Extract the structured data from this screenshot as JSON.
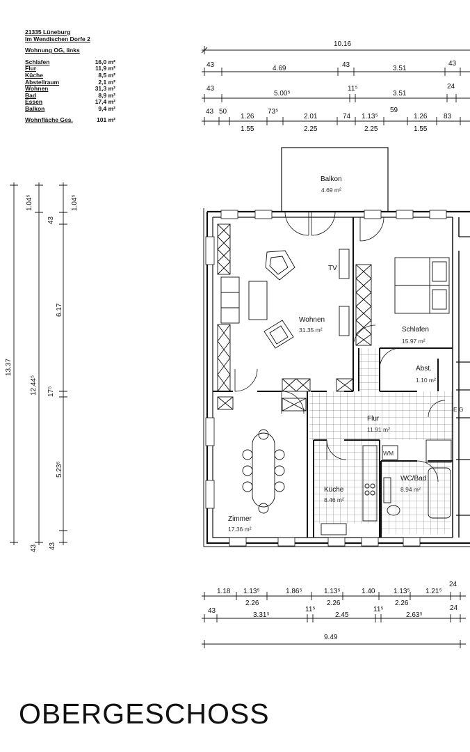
{
  "address": {
    "postcode_city": "21335 Lüneburg",
    "street": "Im Wendischen Dorfe 2"
  },
  "unit_title": "Wohnung OG, links",
  "areas": [
    {
      "label": "Schlafen",
      "value": "16,0 m²"
    },
    {
      "label": "Flur",
      "value": "11,9 m²"
    },
    {
      "label": "Küche",
      "value": "8,5 m²"
    },
    {
      "label": "Abstellraum",
      "value": "2,1 m²"
    },
    {
      "label": "Wohnen",
      "value": "31,3 m²"
    },
    {
      "label": "Bad",
      "value": "8,9 m²"
    },
    {
      "label": "Essen",
      "value": "17,4 m²"
    },
    {
      "label": "Balkon",
      "value": "9,4 m²"
    }
  ],
  "total": {
    "label": "Wohnfläche Ges.",
    "value": "101 m²"
  },
  "rooms": {
    "balkon": {
      "name": "Balkon",
      "area": "4.69 m²"
    },
    "wohnen": {
      "name": "Wohnen",
      "area": "31.35 m²"
    },
    "schlafen": {
      "name": "Schlafen",
      "area": "15.97 m²"
    },
    "abst": {
      "name": "Abst.",
      "area": "1.10 m²"
    },
    "flur": {
      "name": "Flur",
      "area": "11.91 m²"
    },
    "kueche": {
      "name": "Küche",
      "area": "8.46 m²"
    },
    "wcbad": {
      "name": "WC/Bad",
      "area": "8.94 m²"
    },
    "zimmer": {
      "name": "Zimmer",
      "area": "17.36 m²"
    }
  },
  "labels": {
    "tv": "TV",
    "wm": "WM",
    "eg": "E G"
  },
  "dims_top": {
    "r1": [
      "10.16"
    ],
    "r2": [
      "43",
      "4.69",
      "43",
      "3.51",
      "43"
    ],
    "r3": [
      "43",
      "5.00⁵",
      "11⁵",
      "3.51",
      "24"
    ],
    "r4a": [
      "43",
      "50",
      "1.26",
      "73⁵",
      "2.01",
      "74",
      "1.13⁵",
      "59",
      "1.26",
      "83"
    ],
    "r4b": [
      "1.55",
      "2.25",
      "2.25",
      "1.55"
    ]
  },
  "dims_left": [
    "13.37",
    "1.04⁵",
    "12.44⁵",
    "43",
    "1.04⁵",
    "6.17",
    "17⁵",
    "5.23⁵",
    "43",
    "43"
  ],
  "dims_bottom": {
    "r1a": [
      "1.18",
      "1.13⁵",
      "1.86⁵",
      "1.13⁵",
      "1.40",
      "1.13⁵",
      "1.21⁵",
      "24"
    ],
    "r1b": [
      "2.26",
      "2.26",
      "2.26"
    ],
    "r2": [
      "43",
      "3.31⁵",
      "11⁵",
      "2.45",
      "11⁵",
      "2.63⁵",
      "24"
    ],
    "r3": [
      "9.49"
    ]
  },
  "footer": "OBERGESCHOSS"
}
